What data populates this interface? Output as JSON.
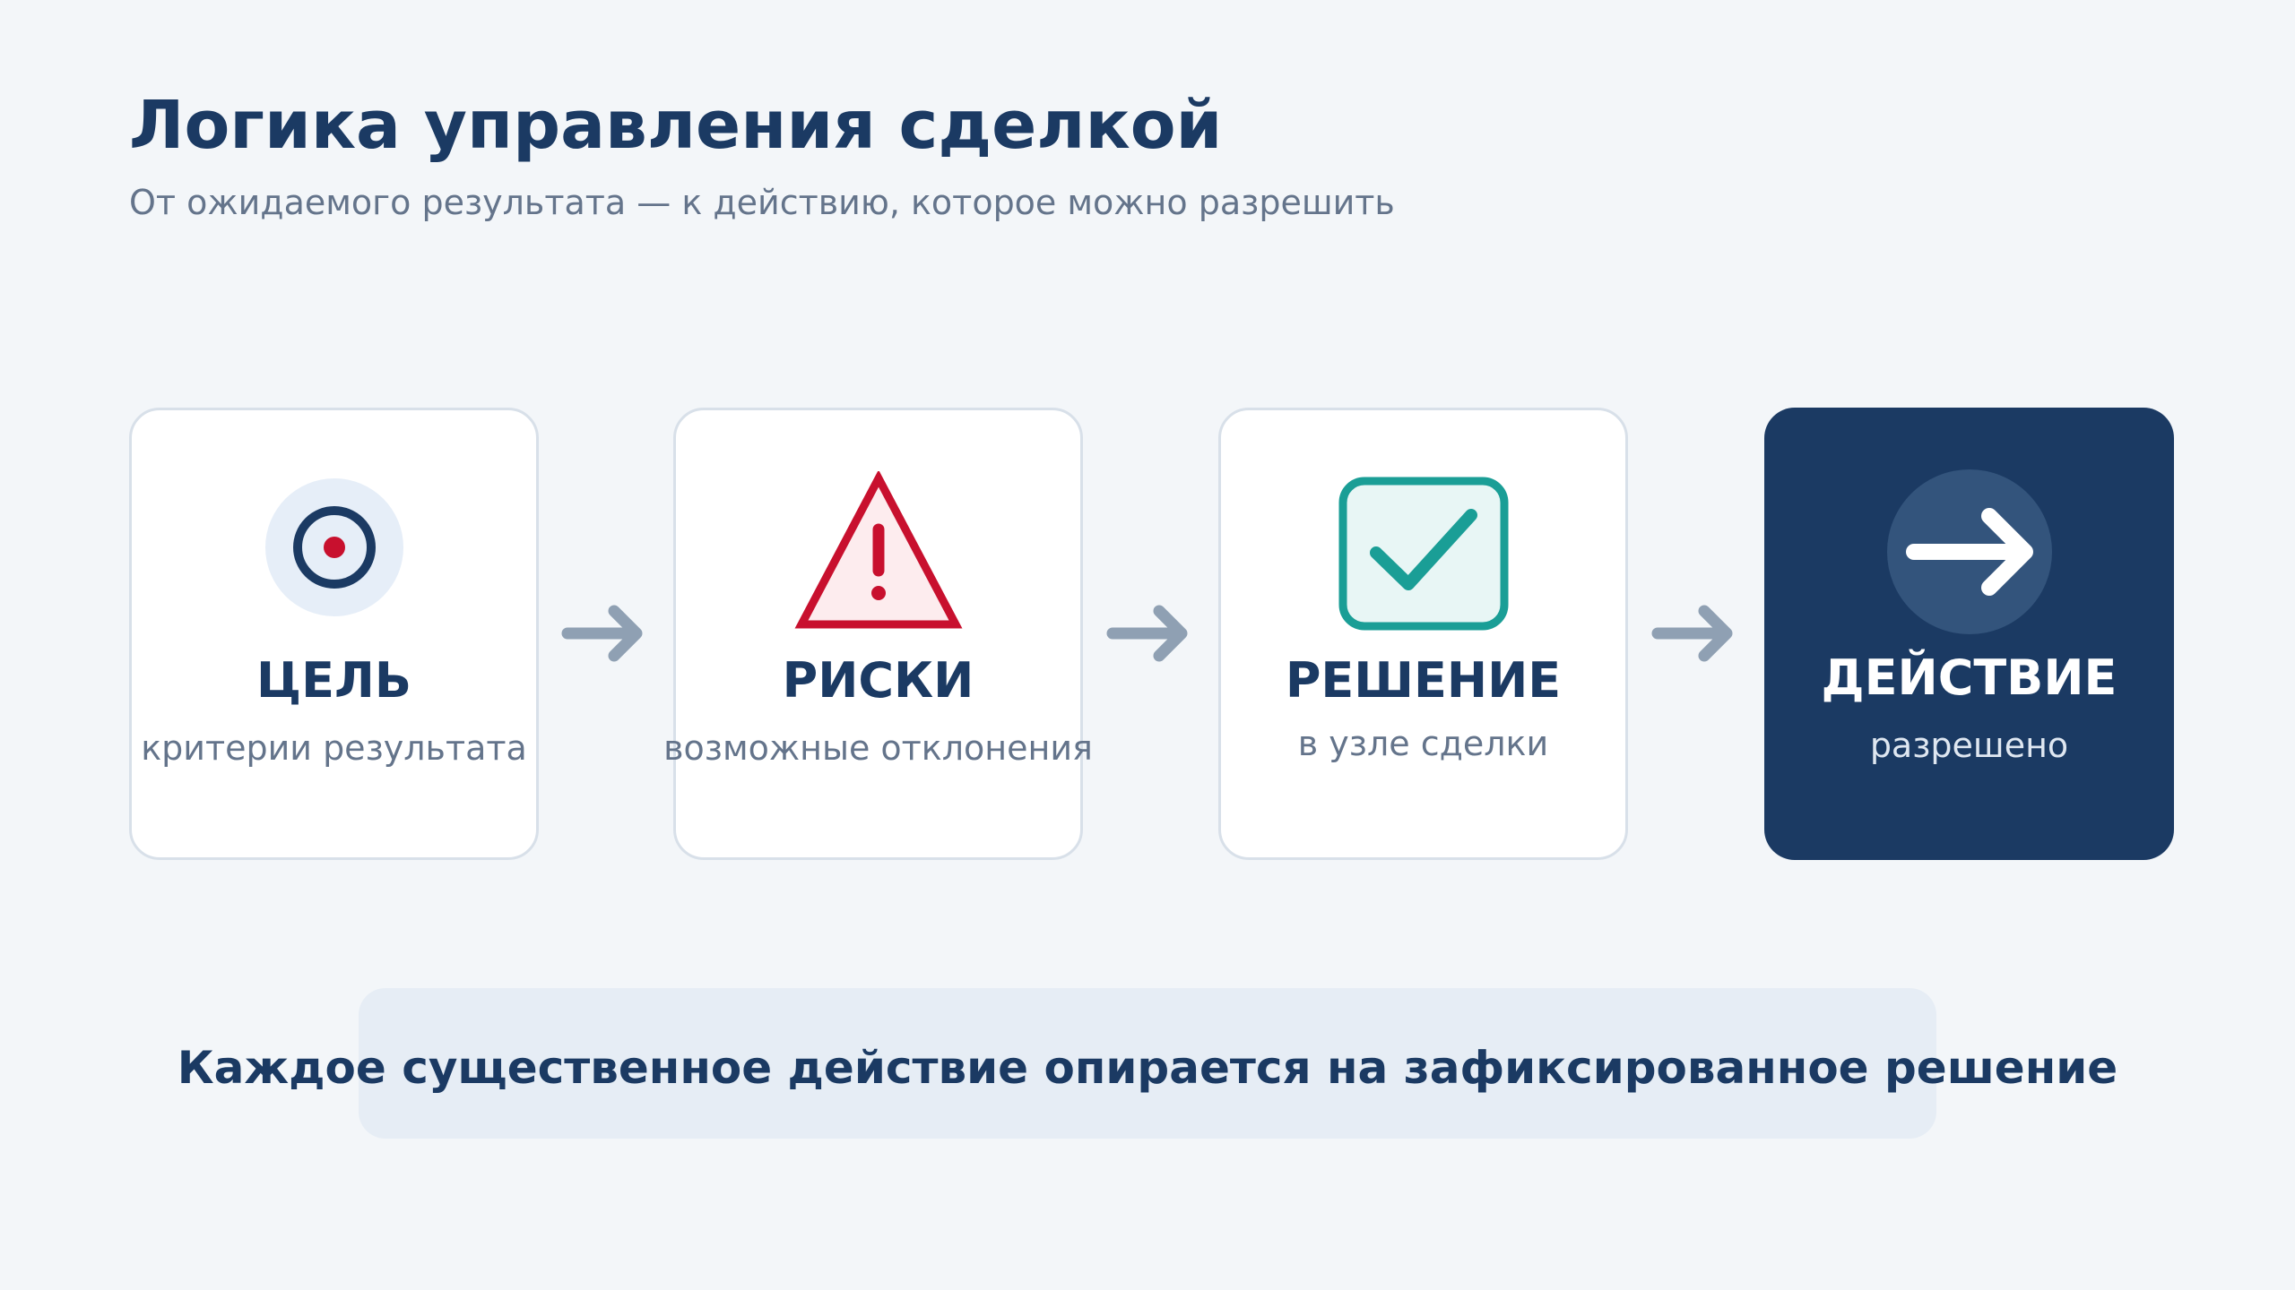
{
  "header": {
    "title": "Логика управления сделкой",
    "subtitle": "От ожидаемого результата — к действию, которое можно разрешить"
  },
  "steps": [
    {
      "title": "ЦЕЛЬ",
      "subtitle": "критерии результата",
      "icon": "target-icon"
    },
    {
      "title": "РИСКИ",
      "subtitle": "возможные отклонения",
      "icon": "warning-icon"
    },
    {
      "title": "РЕШЕНИЕ",
      "subtitle": "в узле сделки",
      "icon": "checkbox-icon"
    },
    {
      "title": "ДЕЙСТВИЕ",
      "subtitle": "разрешено",
      "icon": "arrow-right-icon"
    }
  ],
  "connector_icon": "arrow-right-icon",
  "footer": {
    "text": "Каждое существенное действие опирается на зафиксированное решение"
  },
  "colors": {
    "background": "#f3f6f9",
    "navy": "#1b3a63",
    "red": "#c8102e",
    "teal": "#1a9e96",
    "muted_text": "#64748b",
    "arrow_gray": "#8fa0b3",
    "banner": "#e6edf5"
  }
}
